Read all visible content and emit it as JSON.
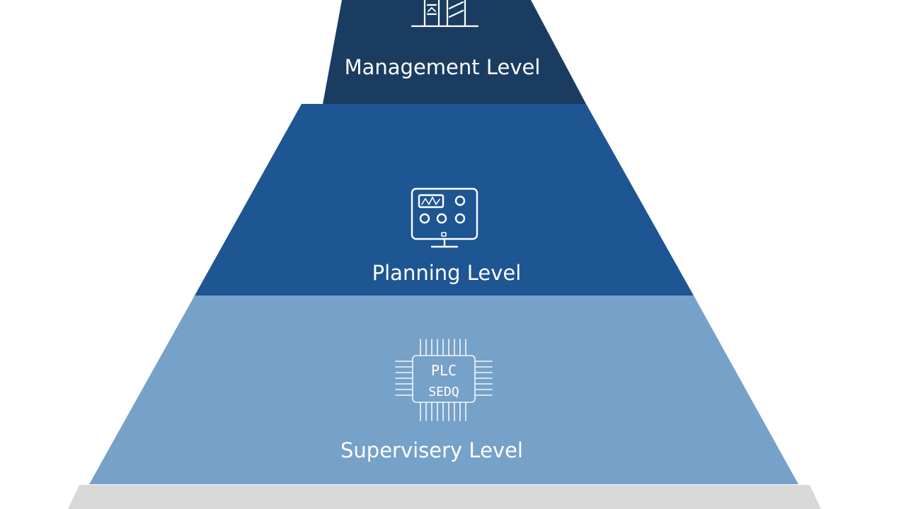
{
  "diagram": {
    "type": "pyramid",
    "tiers": [
      {
        "label": "Management Level",
        "icon": "building-icon",
        "color": "#1b3c61"
      },
      {
        "label": "Planning Level",
        "icon": "monitor-panel-icon",
        "color": "#1e5593"
      },
      {
        "label": "Supervisery Level",
        "icon": "plc-chip-icon",
        "color": "#76a1c9"
      },
      {
        "label": "",
        "icon": "",
        "color": "#d9d9d9"
      }
    ],
    "icon_text": {
      "chip_line1": "PLC",
      "chip_line2": "SEDQ"
    },
    "background_color": "#ffffff"
  }
}
